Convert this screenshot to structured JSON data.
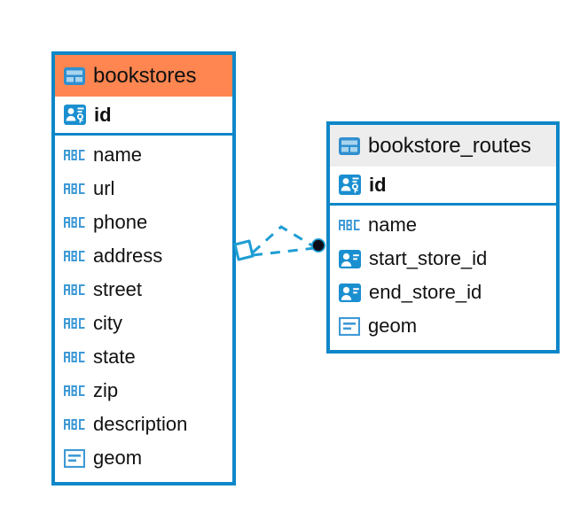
{
  "diagram": {
    "type": "entity-relationship-diagram",
    "background": "#ffffff",
    "accent_color": "#0e87c8",
    "highlight_color": "#ff8650",
    "header_gray": "#ededed"
  },
  "entities": [
    {
      "name": "bookstores",
      "header_style": "highlighted",
      "header_color": "#ff8650",
      "table_icon": "table-icon",
      "primary_key": {
        "label": "id",
        "icon": "primary-key-icon",
        "type": "key"
      },
      "fields": [
        {
          "label": "name",
          "icon": "abc-text-icon",
          "type": "text"
        },
        {
          "label": "url",
          "icon": "abc-text-icon",
          "type": "text"
        },
        {
          "label": "phone",
          "icon": "abc-text-icon",
          "type": "text"
        },
        {
          "label": "address",
          "icon": "abc-text-icon",
          "type": "text"
        },
        {
          "label": "street",
          "icon": "abc-text-icon",
          "type": "text"
        },
        {
          "label": "city",
          "icon": "abc-text-icon",
          "type": "text"
        },
        {
          "label": "state",
          "icon": "abc-text-icon",
          "type": "text"
        },
        {
          "label": "zip",
          "icon": "abc-text-icon",
          "type": "text"
        },
        {
          "label": "description",
          "icon": "abc-text-icon",
          "type": "text"
        },
        {
          "label": "geom",
          "icon": "geometry-icon",
          "type": "geometry"
        }
      ]
    },
    {
      "name": "bookstore_routes",
      "header_style": "normal",
      "header_color": "#ededed",
      "table_icon": "table-icon",
      "primary_key": {
        "label": "id",
        "icon": "primary-key-icon",
        "type": "key"
      },
      "fields": [
        {
          "label": "name",
          "icon": "abc-text-icon",
          "type": "text"
        },
        {
          "label": "start_store_id",
          "icon": "foreign-key-icon",
          "type": "foreign-key"
        },
        {
          "label": "end_store_id",
          "icon": "foreign-key-icon",
          "type": "foreign-key"
        },
        {
          "label": "geom",
          "icon": "geometry-icon",
          "type": "geometry"
        }
      ]
    }
  ],
  "relationship": {
    "source_entity": "bookstores",
    "target_entity": "bookstore_routes",
    "line_style": "dashed",
    "line_color": "#1f9ed4",
    "source_marker": "diamond-outline",
    "target_marker": "filled-circle",
    "target_marker_color": "#0d0d1a"
  }
}
